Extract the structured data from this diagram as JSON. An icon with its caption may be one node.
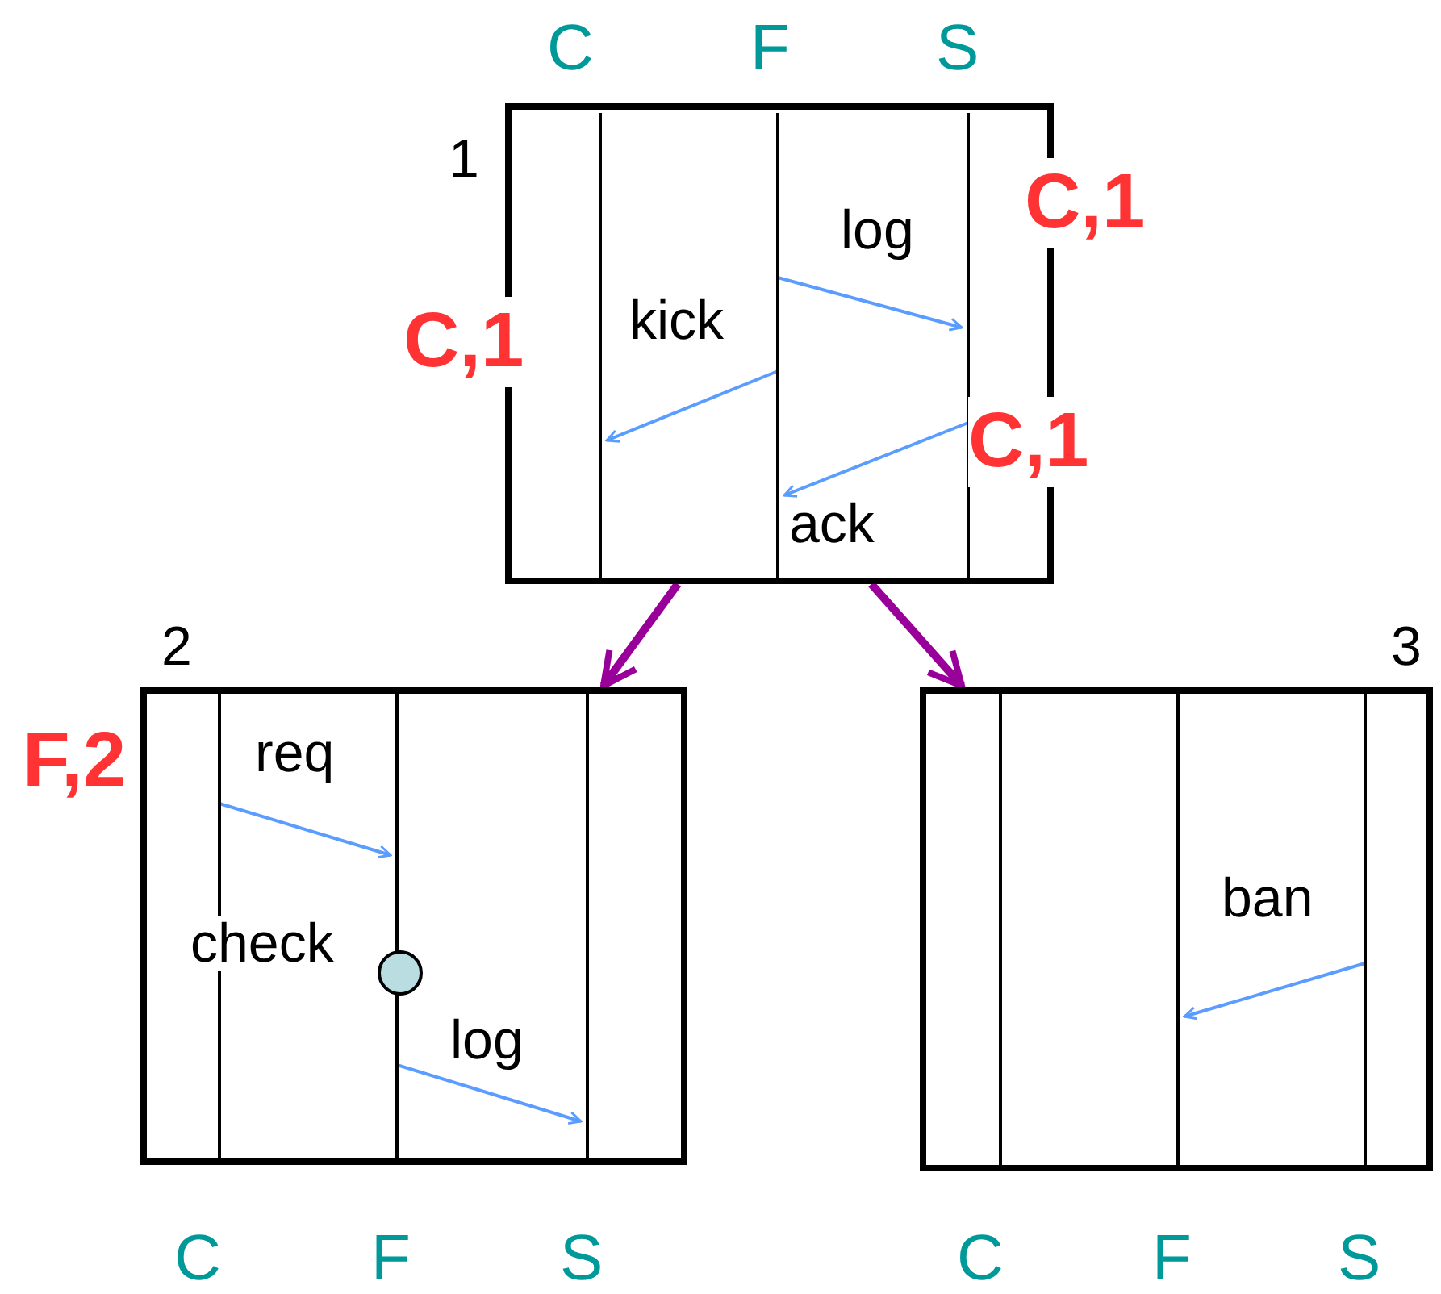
{
  "diagram": {
    "nodes": [
      {
        "text": [],
        "shape": "box",
        "beside": [
          "1"
        ]
      },
      {
        "text": [],
        "shape": "bar",
        "in": 0,
        "beside": [
          "C"
        ]
      },
      {
        "text": [],
        "shape": "bar",
        "in": 0,
        "beside": [
          "F"
        ]
      },
      {
        "text": [],
        "shape": "bar",
        "in": 0,
        "beside": [
          "S"
        ]
      },
      {
        "text": [],
        "shape": "box",
        "beside": [
          "2"
        ]
      },
      {
        "text": [],
        "shape": "bar",
        "in": 4,
        "beside": [
          "C"
        ]
      },
      {
        "text": [],
        "shape": "bar",
        "in": 4,
        "beside": [
          "F"
        ]
      },
      {
        "text": [],
        "shape": "bar",
        "in": 4,
        "beside": [
          "S"
        ]
      },
      {
        "text": [],
        "shape": "box",
        "beside": [
          "3"
        ]
      },
      {
        "text": [],
        "shape": "bar",
        "in": 8,
        "beside": [
          "C"
        ]
      },
      {
        "text": [],
        "shape": "bar",
        "in": 8,
        "beside": [
          "F"
        ]
      },
      {
        "text": [],
        "shape": "bar",
        "in": 8,
        "beside": [
          "S"
        ]
      },
      {
        "text": [],
        "shape": "circle",
        "in": 4
      }
    ],
    "edges": [
      {
        "from": 2,
        "to": 3,
        "arrow": "to",
        "label": "log"
      },
      {
        "from": 2,
        "to": 1,
        "arrow": "to",
        "label": "kick"
      },
      {
        "from": 3,
        "to": 2,
        "arrow": "to",
        "label": "ack"
      },
      {
        "from": 0,
        "to": 4,
        "arrow": "to",
        "style": "thick",
        "color": "#990099"
      },
      {
        "from": 0,
        "to": 8,
        "arrow": "to",
        "style": "thick",
        "color": "#990099"
      },
      {
        "from": 5,
        "to": 6,
        "arrow": "to",
        "label": "req"
      },
      {
        "from": 6,
        "to": 7,
        "arrow": "to",
        "label": "log"
      },
      {
        "from": 11,
        "to": 10,
        "arrow": "to",
        "label": "ban"
      }
    ],
    "labels": [
      "C,1",
      "C,1",
      "C,1",
      "F,2",
      "check"
    ]
  }
}
